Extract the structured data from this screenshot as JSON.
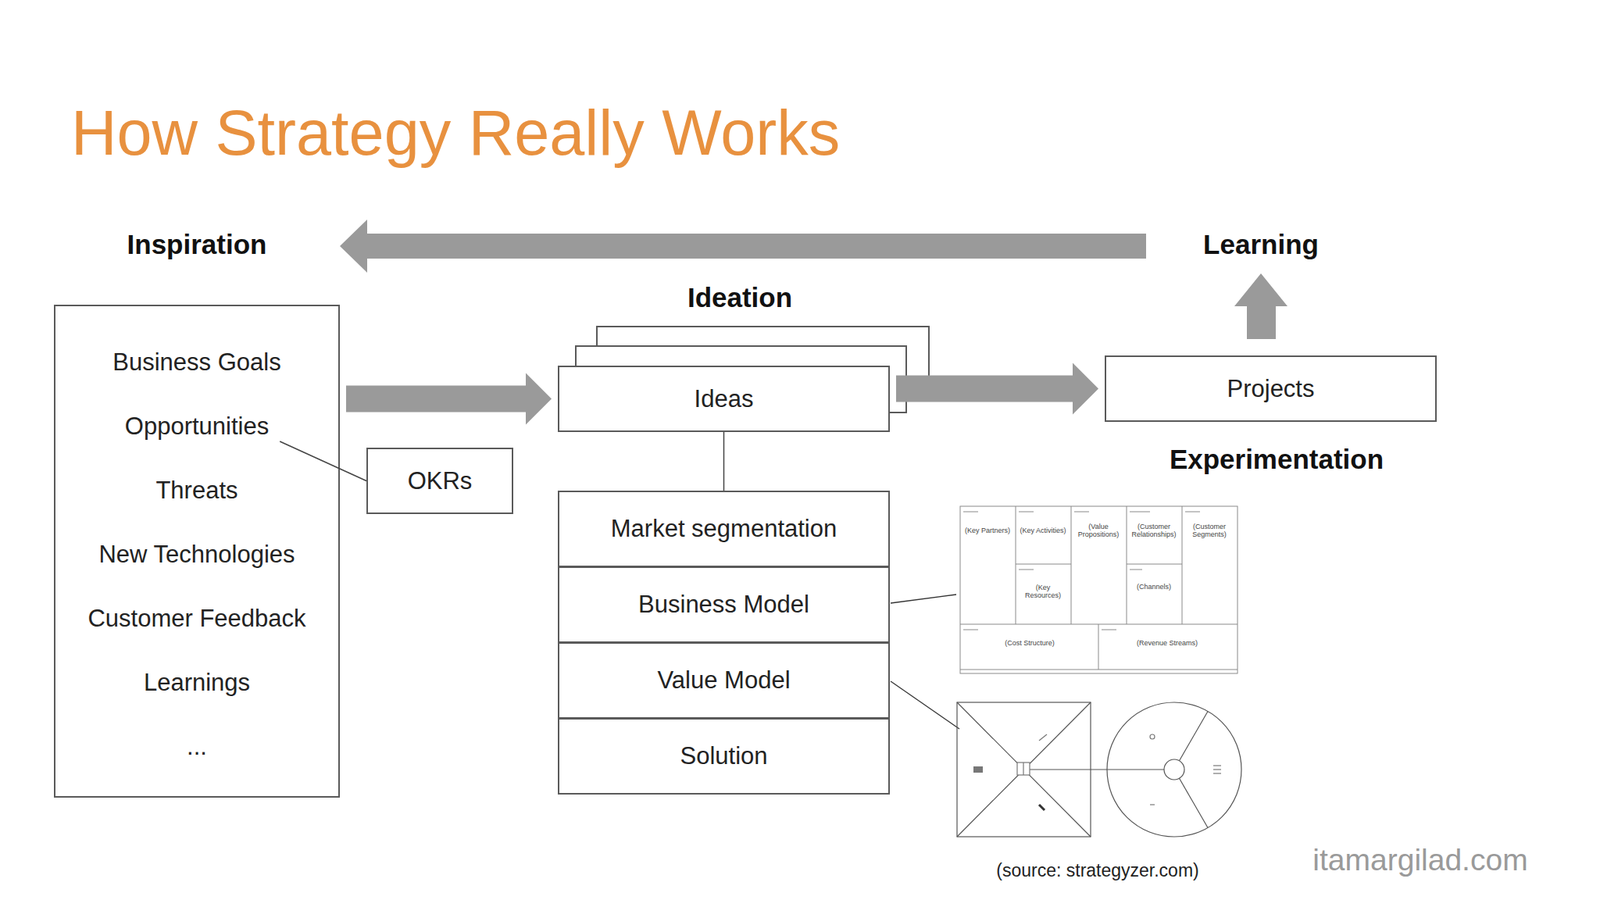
{
  "diagram": {
    "title": "How Strategy Really Works",
    "nodes": [
      {
        "text": [
          "Business Goals",
          "Opportunities",
          "Threats",
          "New Technologies",
          "Customer Feedback",
          "Learnings",
          "..."
        ]
      },
      {
        "text": [
          "OKRs"
        ]
      },
      {
        "text": [
          "Ideas"
        ]
      },
      {
        "text": [
          "Market segmentation"
        ]
      },
      {
        "text": [
          "Business Model"
        ]
      },
      {
        "text": [
          "Value Model"
        ]
      },
      {
        "text": [
          "Solution"
        ]
      },
      {
        "text": [
          "Projects"
        ]
      }
    ],
    "edges": [
      {
        "from": 0,
        "to": 1,
        "arrow": "none"
      },
      {
        "from": 0,
        "to": 2,
        "arrow": "to"
      },
      {
        "from": 2,
        "to": 7,
        "arrow": "to"
      },
      {
        "from": 2,
        "to": 3,
        "arrow": "none"
      }
    ],
    "labels": [
      "Inspiration",
      "Learning",
      "Ideation",
      "Experimentation",
      "(Key Partners)",
      "(Key Activities)",
      "(Value Propositions)",
      "(Customer Relationships)",
      "(Customer Segments)",
      "(Key Resources)",
      "(Channels)",
      "(Cost Structure)",
      "(Revenue Streams)",
      "(source: strategyzer.com)",
      "itamargilad.com"
    ]
  }
}
